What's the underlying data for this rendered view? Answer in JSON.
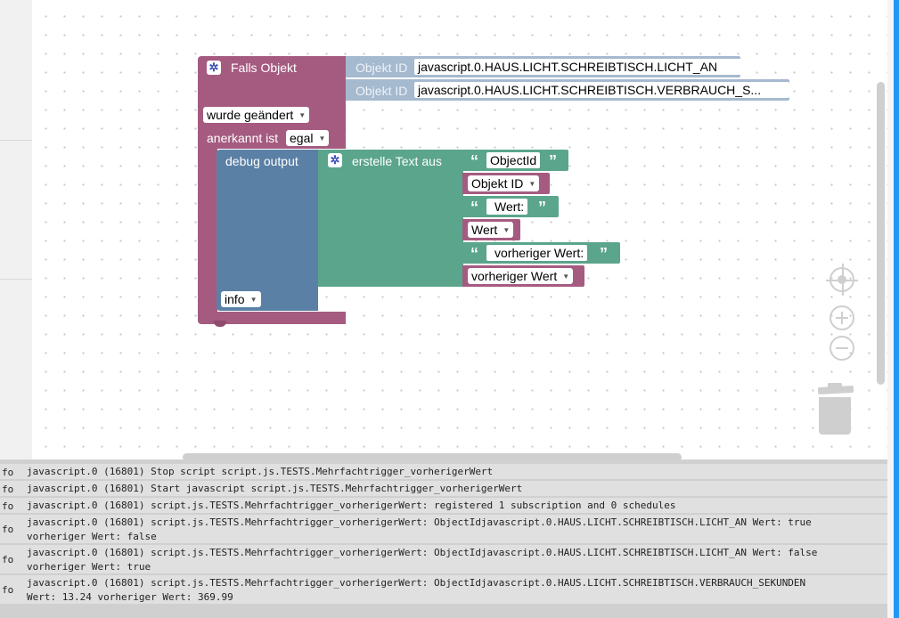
{
  "block": {
    "trigger_label": "Falls Objekt",
    "object_id_label_1": "Objekt ID",
    "object_id_value_1": "javascript.0.HAUS.LICHT.SCHREIBTISCH.LICHT_AN",
    "object_id_label_2": "Objekt ID",
    "object_id_value_2": "javascript.0.HAUS.LICHT.SCHREIBTISCH.VERBRAUCH_S...",
    "change_mode": "wurde geändert",
    "ack_label": "anerkannt ist",
    "ack_value": "egal",
    "debug_label": "debug output",
    "debug_level": "info",
    "text_join_label": "erstelle Text aus",
    "items": {
      "objectid_text": "ObjectId",
      "objekt_id_var": "Objekt ID",
      "wert_text": "Wert:",
      "wert_var": "Wert",
      "prev_wert_text": "vorheriger Wert:",
      "prev_wert_var": "vorheriger Wert"
    }
  },
  "console": {
    "rows": [
      {
        "level": "fo",
        "message": "javascript.0 (16801) Stop script script.js.TESTS.Mehrfachtrigger_vorherigerWert"
      },
      {
        "level": "fo",
        "message": "javascript.0 (16801) Start javascript script.js.TESTS.Mehrfachtrigger_vorherigerWert"
      },
      {
        "level": "fo",
        "message": "javascript.0 (16801) script.js.TESTS.Mehrfachtrigger_vorherigerWert: registered 1 subscription and 0 schedules"
      },
      {
        "level": "fo",
        "message": "javascript.0 (16801) script.js.TESTS.Mehrfachtrigger_vorherigerWert: ObjectIdjavascript.0.HAUS.LICHT.SCHREIBTISCH.LICHT_AN Wert: true\nvorheriger Wert: false"
      },
      {
        "level": "fo",
        "message": "javascript.0 (16801) script.js.TESTS.Mehrfachtrigger_vorherigerWert: ObjectIdjavascript.0.HAUS.LICHT.SCHREIBTISCH.LICHT_AN Wert: false\nvorheriger Wert: true"
      },
      {
        "level": "fo",
        "message": "javascript.0 (16801) script.js.TESTS.Mehrfachtrigger_vorherigerWert: ObjectIdjavascript.0.HAUS.LICHT.SCHREIBTISCH.VERBRAUCH_SEKUNDEN\nWert: 13.24 vorheriger Wert: 369.99"
      }
    ]
  },
  "icons": {
    "gear": "gear-icon",
    "zoom_reset": "target-icon",
    "zoom_in": "plus-icon",
    "zoom_out": "minus-icon",
    "trash": "trash-icon"
  },
  "colors": {
    "trigger_block": "#a55b80",
    "debug_block": "#5b80a5",
    "text_block": "#5ba58c",
    "accent": "#2196f3"
  }
}
